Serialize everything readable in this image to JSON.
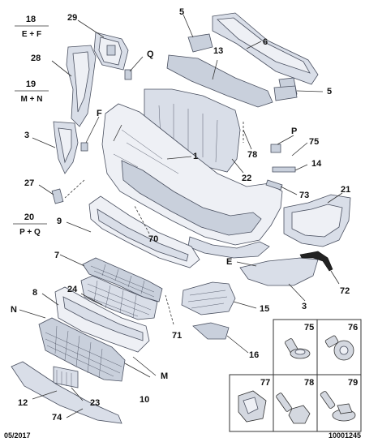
{
  "callouts": {
    "c1": "1",
    "c3a": "3",
    "c3b": "3",
    "c5a": "5",
    "c5b": "5",
    "c6": "6",
    "c7": "7",
    "c8": "8",
    "c9": "9",
    "c10": "10",
    "c12": "12",
    "c13": "13",
    "c14": "14",
    "c15": "15",
    "c16": "16",
    "c21": "21",
    "c22": "22",
    "c23": "23",
    "c24": "24",
    "c27": "27",
    "c28": "28",
    "c29": "29",
    "c70": "70",
    "c71": "71",
    "c72": "72",
    "c73": "73",
    "c74": "74",
    "c75": "75",
    "c78": "78",
    "cE": "E",
    "cF": "F",
    "cM": "M",
    "cN": "N",
    "cP": "P",
    "cQ": "Q"
  },
  "groups": {
    "g18": {
      "num": "18",
      "sub": "E + F"
    },
    "g19": {
      "num": "19",
      "sub": "M + N"
    },
    "g20": {
      "num": "20",
      "sub": "P + Q"
    }
  },
  "hardware_panel": [
    "75",
    "76",
    "77",
    "78",
    "79"
  ],
  "footer": {
    "date": "05/2017",
    "ref": "10001245"
  }
}
